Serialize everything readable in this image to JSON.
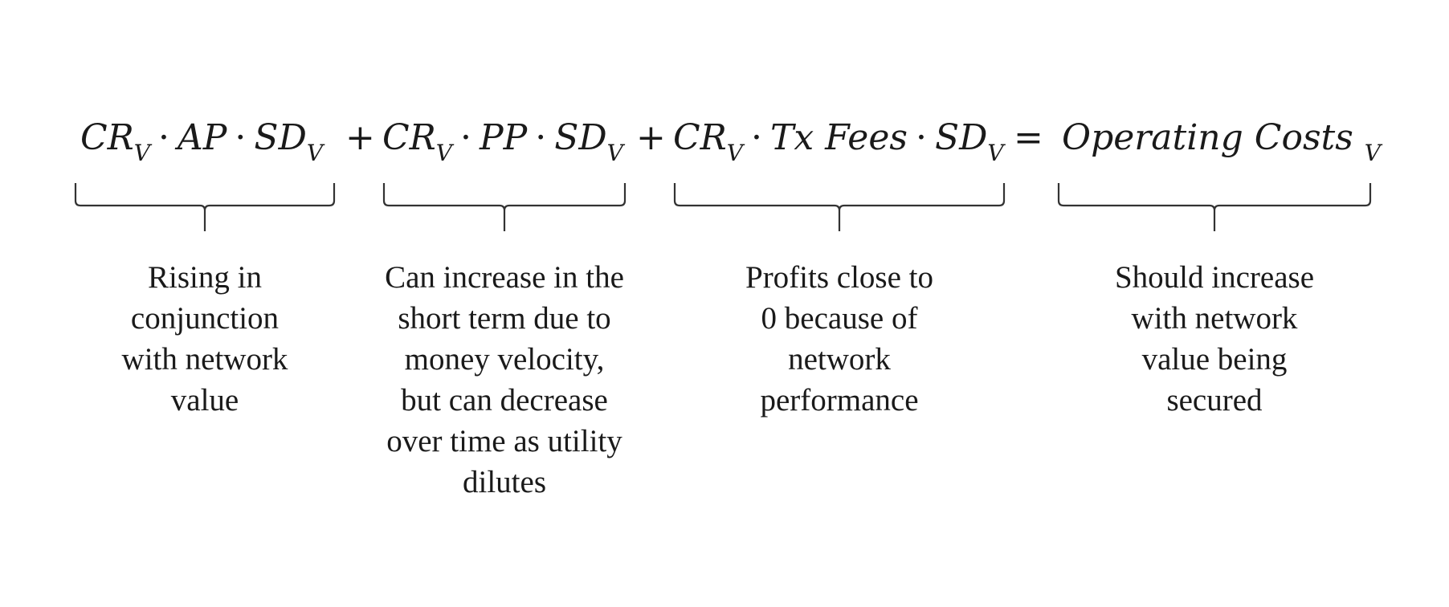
{
  "equation": {
    "term1": {
      "cr": "CR",
      "cr_sub": "V",
      "mid": "AP",
      "sd": "SD",
      "sd_sub": "V"
    },
    "term2": {
      "cr": "CR",
      "cr_sub": "V",
      "mid": "PP",
      "sd": "SD",
      "sd_sub": "V"
    },
    "term3": {
      "cr": "CR",
      "cr_sub": "V",
      "mid": "Tx Fees",
      "sd": "SD",
      "sd_sub": "V"
    },
    "rhs": {
      "text": "Operating Costs",
      "sub": "V"
    },
    "dot": "·",
    "plus": "+",
    "equals": "="
  },
  "annotations": [
    {
      "lines": [
        "Rising in",
        "conjunction",
        "with network",
        "value"
      ]
    },
    {
      "lines": [
        "Can increase in the",
        "short term due to",
        "money velocity,",
        "but can decrease",
        "over time as utility",
        "dilutes"
      ]
    },
    {
      "lines": [
        "Profits close to",
        "0 because of",
        "network",
        "performance"
      ]
    },
    {
      "lines": [
        "Should increase",
        "with network",
        "value being",
        "secured"
      ]
    }
  ]
}
